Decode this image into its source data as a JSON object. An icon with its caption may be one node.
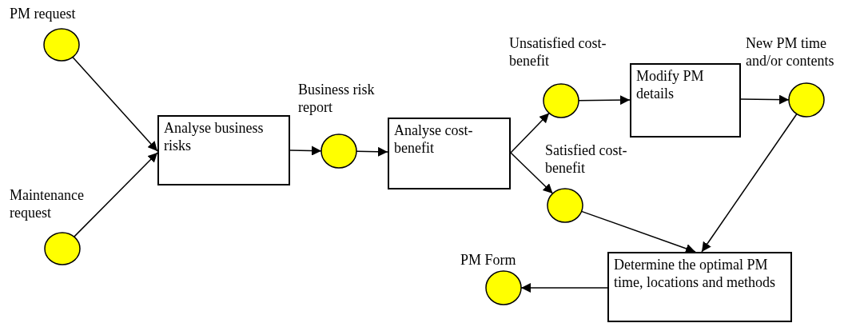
{
  "diagram": {
    "nodes": [
      {
        "text": [
          "PM request"
        ]
      },
      {
        "text": [
          "Maintenance request"
        ]
      },
      {
        "text": [
          "Analyse business risks"
        ]
      },
      {
        "text": [
          "Business risk report"
        ]
      },
      {
        "text": [
          "Analyse cost-benefit"
        ]
      },
      {
        "text": [
          "Unsatisfied cost-benefit"
        ]
      },
      {
        "text": [
          "Modify PM details"
        ]
      },
      {
        "text": [
          "New PM time and/or contents"
        ]
      },
      {
        "text": [
          "Satisfied cost-benefit"
        ]
      },
      {
        "text": [
          "Determine the optimal PM time, locations and methods"
        ]
      },
      {
        "text": [
          "PM Form"
        ]
      }
    ],
    "edges": [
      {
        "from": 0,
        "to": 2,
        "arrow": "to"
      },
      {
        "from": 1,
        "to": 2,
        "arrow": "to"
      },
      {
        "from": 2,
        "to": 3,
        "arrow": "to"
      },
      {
        "from": 3,
        "to": 4,
        "arrow": "to"
      },
      {
        "from": 4,
        "to": 5,
        "arrow": "to"
      },
      {
        "from": 4,
        "to": 8,
        "arrow": "to"
      },
      {
        "from": 5,
        "to": 6,
        "arrow": "to"
      },
      {
        "from": 6,
        "to": 7,
        "arrow": "to"
      },
      {
        "from": 7,
        "to": 9,
        "arrow": "to"
      },
      {
        "from": 8,
        "to": 9,
        "arrow": "to"
      },
      {
        "from": 9,
        "to": 10,
        "arrow": "to"
      }
    ]
  }
}
